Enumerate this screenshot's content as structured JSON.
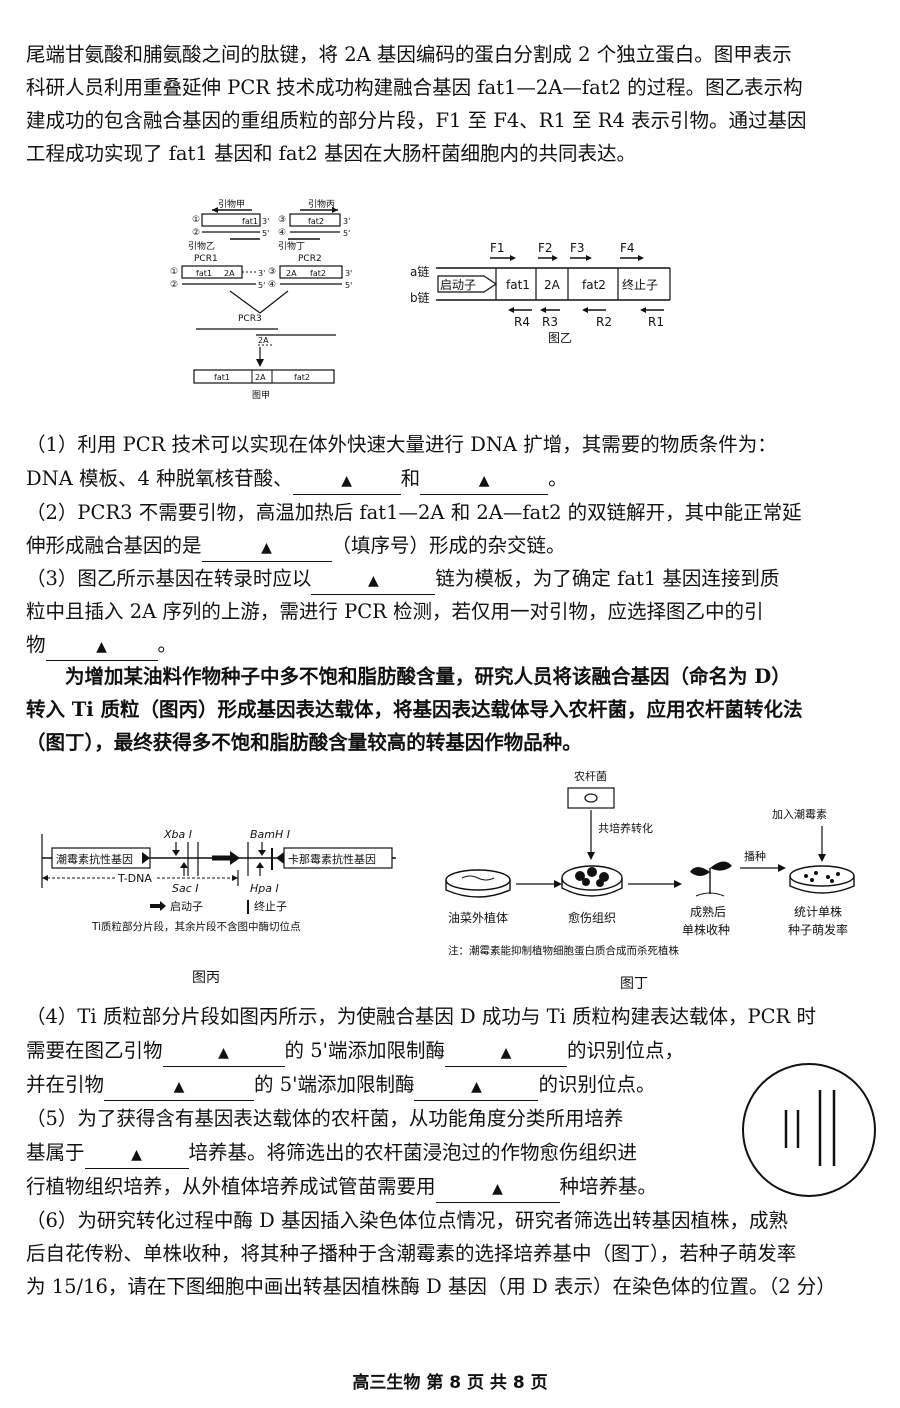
{
  "intro": {
    "line1": "尾端甘氨酸和脯氨酸之间的肽键，将 2A 基因编码的蛋白分割成 2 个独立蛋白。图甲表示",
    "line2": "科研人员利用重叠延伸 PCR 技术成功构建融合基因 fat1—2A—fat2 的过程。图乙表示构",
    "line3": "建成功的包含融合基因的重组质粒的部分片段，F1 至 F4、R1 至 R4 表示引物。通过基因",
    "line4": "工程成功实现了 fat1 基因和 fat2 基因在大肠杆菌细胞内的共同表达。"
  },
  "blank_mark": "▲",
  "fig_jia": {
    "primer_jia": "引物甲",
    "primer_bing": "引物丙",
    "primer_yi": "引物乙",
    "primer_ding": "引物丁",
    "pcr1": "PCR1",
    "pcr2": "PCR2",
    "pcr3": "PCR3",
    "n1": "①",
    "n2": "②",
    "n3": "③",
    "n4": "④",
    "fat1": "fat1",
    "fat2": "fat2",
    "a2": "2A",
    "p3": "3'",
    "p5": "5'",
    "caption": "图甲"
  },
  "fig_yi": {
    "chain_a": "a链",
    "chain_b": "b链",
    "promoter": "启动子",
    "fat1": "fat1",
    "a2": "2A",
    "fat2": "fat2",
    "terminator": "终止子",
    "f1": "F1",
    "f2": "F2",
    "f3": "F3",
    "f4": "F4",
    "r1": "R1",
    "r2": "R2",
    "r3": "R3",
    "r4": "R4",
    "caption": "图乙"
  },
  "q1": {
    "line1": "（1）利用 PCR 技术可以实现在体外快速大量进行 DNA 扩增，其需要的物质条件为：",
    "line2a": "DNA 模板、4 种脱氧核苷酸、",
    "and": "和",
    "end": "。"
  },
  "q2": {
    "line1": "（2）PCR3 不需要引物，高温加热后 fat1—2A 和 2A—fat2 的双链解开，其中能正常延",
    "line2a": "伸形成融合基因的是",
    "line2b": "（填序号）形成的杂交链。"
  },
  "q3": {
    "line1a": "（3）图乙所示基因在转录时应以",
    "line1b": "链为模板，为了确定 fat1 基因连接到质",
    "line2": "粒中且插入 2A 序列的上游，需进行 PCR 检测，若仅用一对引物，应选择图乙中的引",
    "line3a": "物",
    "end": "。"
  },
  "intro2": {
    "line1": "为增加某油料作物种子中多不饱和脂肪酸含量，研究人员将该融合基因（命名为 D）",
    "line2": "转入 Ti 质粒（图丙）形成基因表达载体，将基因表达载体导入农杆菌，应用农杆菌转化法",
    "line3": "（图丁），最终获得多不饱和脂肪酸含量较高的转基因作物品种。"
  },
  "fig_bing": {
    "hyg": "潮霉素抗性基因",
    "kan": "卡那霉素抗性基因",
    "xba": "Xba Ⅰ",
    "sac": "Sac Ⅰ",
    "bam": "BamH Ⅰ",
    "hpa": "Hpa Ⅰ",
    "tdna": "T-DNA",
    "legend_promoter": "启动子",
    "legend_terminator": "终止子",
    "note": "Ti质粒部分片段，其余片段不含图中酶切位点",
    "caption": "图丙"
  },
  "fig_ding": {
    "agro": "农杆菌",
    "cocult": "共培养转化",
    "add_hyg": "加入潮霉素",
    "sow": "播种",
    "s1": "油菜外植体",
    "s2": "愈伤组织",
    "s3a": "成熟后",
    "s3b": "单株收种",
    "s4a": "统计单株",
    "s4b": "种子萌发率",
    "note": "注：潮霉素能抑制植物细胞蛋白质合成而杀死植株",
    "caption": "图丁"
  },
  "q4": {
    "line1": "（4）Ti 质粒部分片段如图丙所示，为使融合基因 D 成功与 Ti 质粒构建表达载体，PCR 时",
    "line2a": "需要在图乙引物",
    "line2b": "的 5'端添加限制酶",
    "line2c": "的识别位点，",
    "line3a": "并在引物",
    "line3b": "的 5'端添加限制酶",
    "line3c": "的识别位点。"
  },
  "q5": {
    "line1": "（5）为了获得含有基因表达载体的农杆菌，从功能角度分类所用培养",
    "line2a": "基属于",
    "line2b": "培养基。将筛选出的农杆菌浸泡过的作物愈伤组织进",
    "line3a": "行植物组织培养，从外植体培养成试管苗需要用",
    "line3b": "种培养基。"
  },
  "q6": {
    "line1": "（6）为研究转化过程中酶 D 基因插入染色体位点情况，研究者筛选出转基因植株，成熟",
    "line2": "后自花传粉、单株收种，将其种子播种于含潮霉素的选择培养基中（图丁），若种子萌发率",
    "line3": "为 15/16，请在下图细胞中画出转基因植株酶 D 基因（用 D 表示）在染色体的位置。（2 分）"
  },
  "footer": "高三生物  第 8 页  共 8 页"
}
